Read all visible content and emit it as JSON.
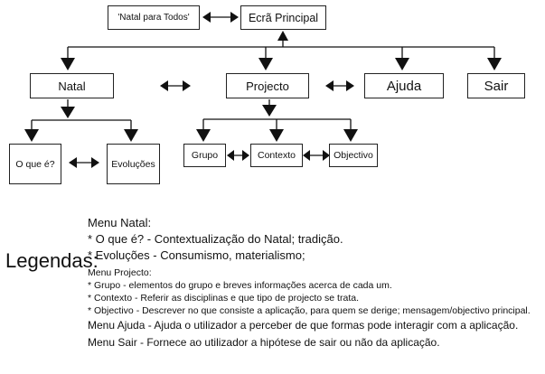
{
  "nodes": {
    "natal_para_todos": "'Natal para Todos'",
    "ecra_principal": "Ecrã Principal",
    "natal": "Natal",
    "projecto": "Projecto",
    "ajuda": "Ajuda",
    "sair": "Sair",
    "o_que_e": "O que é?",
    "evolucoes": "Evoluções",
    "grupo": "Grupo",
    "contexto": "Contexto",
    "objectivo": "Objectivo"
  },
  "legend": {
    "title": "Legendas:",
    "menu_natal": "Menu Natal:",
    "natal_item1": "* O que é? - Contextualização do Natal; tradição.",
    "natal_item2": "* Evoluções - Consumismo, materialismo;",
    "menu_projecto": "Menu Projecto:",
    "projecto_item1": "* Grupo - elementos do grupo e breves informações acerca de cada um.",
    "projecto_item2": "* Contexto - Referir as disciplinas e que tipo de projecto se trata.",
    "projecto_item3": "* Objectivo - Descrever no que consiste a aplicação, para quem se derige; mensagem/objectivo principal.",
    "menu_ajuda": "Menu Ajuda - Ajuda o utilizador a perceber de que formas pode interagir com a aplicação.",
    "menu_sair": "Menu Sair -  Fornece ao utilizador a hipótese de sair ou não da aplicação."
  }
}
